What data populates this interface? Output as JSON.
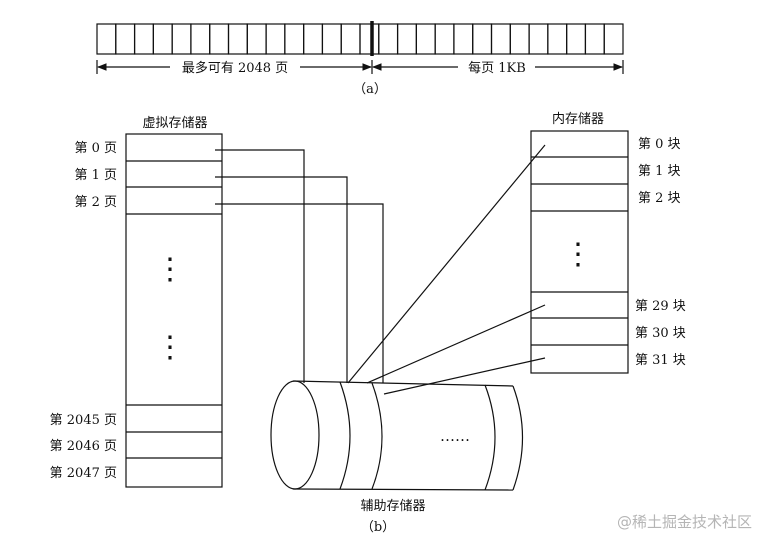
{
  "figure_a": {
    "cell_count": 28,
    "divider_after_cell": 14,
    "left_label": "最多可有 2048 页",
    "right_label": "每页 1KB",
    "caption": "（a）"
  },
  "figure_b": {
    "virtual_memory": {
      "title": "虚拟存储器",
      "pages": [
        "第 0 页",
        "第 1 页",
        "第 2 页",
        "第 2045 页",
        "第 2046 页",
        "第 2047 页"
      ],
      "ellipsis": "⋮"
    },
    "main_memory": {
      "title": "内存储器",
      "blocks": [
        "第 0 块",
        "第 1 块",
        "第 2 块",
        "第 29 块",
        "第 30 块",
        "第 31 块"
      ],
      "ellipsis": "⋮"
    },
    "auxiliary_memory": {
      "title": "辅助存储器",
      "ellipsis": "……"
    },
    "caption": "（b）"
  },
  "watermark": "@稀土掘金技术社区"
}
